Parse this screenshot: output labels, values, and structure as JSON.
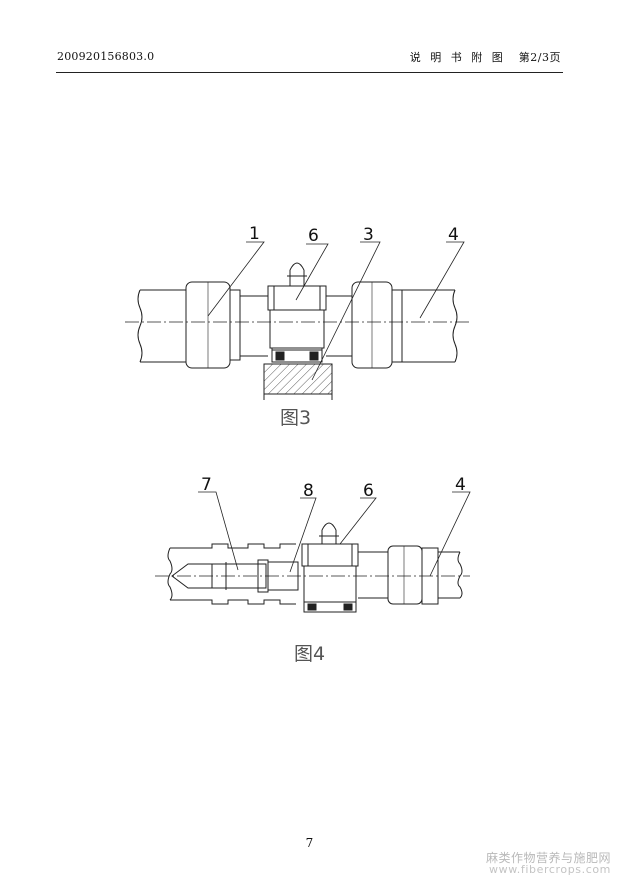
{
  "header": {
    "doc_number": "200920156803.0",
    "section": "说 明 书 附 图",
    "page_of": "第2/3页"
  },
  "figure3": {
    "caption": "图3",
    "labels": [
      "1",
      "6",
      "3",
      "4"
    ]
  },
  "figure4": {
    "caption": "图4",
    "labels": [
      "7",
      "8",
      "6",
      "4"
    ]
  },
  "footer": {
    "page_number": "7"
  },
  "watermark": {
    "line1": "麻类作物营养与施肥网",
    "line2": "www.fibercrops.com"
  }
}
